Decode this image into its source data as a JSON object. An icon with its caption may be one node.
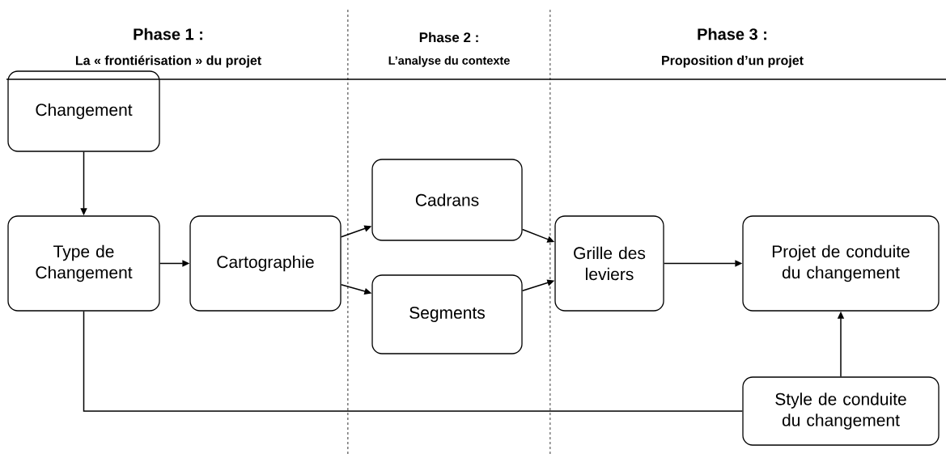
{
  "diagram": {
    "nodes": [
      {
        "text": [
          "Changement"
        ]
      },
      {
        "text": [
          "Type de Changement"
        ]
      },
      {
        "text": [
          "Cartographie"
        ]
      },
      {
        "text": [
          "Cadrans"
        ]
      },
      {
        "text": [
          "Segments"
        ]
      },
      {
        "text": [
          "Grille des leviers"
        ]
      },
      {
        "text": [
          "Projet de conduite du changement"
        ]
      },
      {
        "text": [
          "Style de conduite du changement"
        ]
      }
    ],
    "edges": [
      {
        "from": 0,
        "to": 1,
        "arrow": "to"
      },
      {
        "from": 1,
        "to": 2,
        "arrow": "to"
      },
      {
        "from": 2,
        "to": 3,
        "arrow": "to"
      },
      {
        "from": 2,
        "to": 4,
        "arrow": "to"
      },
      {
        "from": 3,
        "to": 5,
        "arrow": "to"
      },
      {
        "from": 4,
        "to": 5,
        "arrow": "to"
      },
      {
        "from": 5,
        "to": 6,
        "arrow": "to"
      },
      {
        "from": 7,
        "to": 6,
        "arrow": "to"
      },
      {
        "from": 1,
        "to": 7,
        "arrow": "none"
      }
    ],
    "labels": [
      "Phase 1 :",
      "La « frontiérisation » du projet",
      "Phase 2 :",
      "L’analyse du contexte",
      "Phase 3 :",
      "Proposition d’un projet"
    ]
  }
}
